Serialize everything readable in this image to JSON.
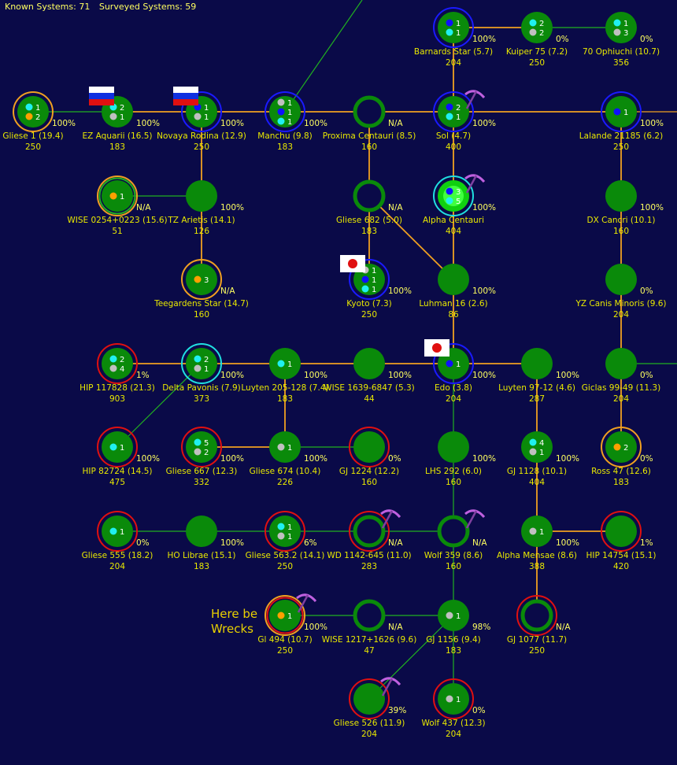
{
  "header": {
    "known": "Known Systems: 71",
    "surveyed": "Surveyed Systems: 59"
  },
  "note_lines": [
    "Here be",
    "Wrecks"
  ],
  "colors": {
    "background": "#0a0a48",
    "star_fill": "#0a8a0a",
    "lane_orange": "#f0a020",
    "lane_green": "#20b020",
    "label": "#e8e800",
    "planet_cyan": "#20f0f0",
    "planet_gray": "#c0c0c0",
    "planet_blue": "#1010ff",
    "planet_orange": "#ffa000"
  },
  "systems": [
    {
      "id": "barnards",
      "name": "Barnards Star  (5.7)",
      "value": "204",
      "pct": "100%",
      "ring": [
        "blue"
      ],
      "planets": [
        [
          "blue",
          "1"
        ],
        [
          "cyan",
          "1"
        ]
      ]
    },
    {
      "id": "kuiper75",
      "name": "Kuiper 75  (7.2)",
      "value": "250",
      "pct": "0%",
      "ring": [],
      "planets": [
        [
          "cyan",
          "2"
        ],
        [
          "gray",
          "2"
        ]
      ]
    },
    {
      "id": "ophiuchi70",
      "name": "70 Ophiuchi  (10.7)",
      "value": "356",
      "pct": "0%",
      "ring": [],
      "planets": [
        [
          "cyan",
          "1"
        ],
        [
          "gray",
          "3"
        ]
      ]
    },
    {
      "id": "gliese1",
      "name": "Gliese 1  (19.4)",
      "value": "250",
      "pct": "100%",
      "ring": [
        "orange"
      ],
      "planets": [
        [
          "cyan",
          "1"
        ],
        [
          "orange",
          "2"
        ]
      ]
    },
    {
      "id": "ezaquarii",
      "name": "EZ Aquarii  (16.5)",
      "value": "183",
      "pct": "100%",
      "ring": [],
      "planets": [
        [
          "cyan",
          "2"
        ],
        [
          "gray",
          "1"
        ]
      ],
      "flag": "russia"
    },
    {
      "id": "novayarodina",
      "name": "Novaya Rodina  (12.9)",
      "value": "250",
      "pct": "100%",
      "ring": [
        "blue"
      ],
      "planets": [
        [
          "blue",
          "1"
        ],
        [
          "gray",
          "1"
        ]
      ],
      "flag": "russia"
    },
    {
      "id": "manchu",
      "name": "Manchu  (9.8)",
      "value": "183",
      "pct": "100%",
      "ring": [
        "blue"
      ],
      "planets": [
        [
          "gray",
          "1"
        ],
        [
          "blue",
          "1"
        ],
        [
          "cyan",
          "1"
        ]
      ]
    },
    {
      "id": "proxima",
      "name": "Proxima Centauri  (8.5)",
      "value": "160",
      "pct": "N/A",
      "ring": [],
      "planets": [],
      "hollow": true
    },
    {
      "id": "sol",
      "name": "Sol  (4.7)",
      "value": "400",
      "pct": "100%",
      "ring": [
        "blue"
      ],
      "planets": [
        [
          "blue",
          "2"
        ],
        [
          "cyan",
          "1"
        ]
      ],
      "pick": true
    },
    {
      "id": "lalande",
      "name": "Lalande 21185  (6.2)",
      "value": "250",
      "pct": "100%",
      "ring": [
        "blue"
      ],
      "planets": [
        [
          "blue",
          "1"
        ]
      ]
    },
    {
      "id": "wise0254",
      "name": "WISE 0254+0223  (15.6)",
      "value": "51",
      "pct": "N/A",
      "ring": [
        "orange",
        "green"
      ],
      "planets": [
        [
          "orange",
          "1"
        ]
      ],
      "hollowish": true
    },
    {
      "id": "tzarietis",
      "name": "TZ Arietis  (14.1)",
      "value": "126",
      "pct": "100%",
      "ring": [],
      "planets": []
    },
    {
      "id": "gliese682",
      "name": "Gliese 682  (5.0)",
      "value": "183",
      "pct": "N/A",
      "ring": [],
      "planets": [],
      "hollow": true
    },
    {
      "id": "alphacen",
      "name": "Alpha Centauri",
      "value": "404",
      "pct": "100%",
      "ring": [
        "cyan"
      ],
      "planets": [
        [
          "blue",
          "3"
        ],
        [
          "cyan",
          "5"
        ]
      ],
      "pick": true,
      "bright": true
    },
    {
      "id": "dxcancri",
      "name": "DX Cancri  (10.1)",
      "value": "160",
      "pct": "100%",
      "ring": [],
      "planets": []
    },
    {
      "id": "teegarden",
      "name": "Teegardens Star  (14.7)",
      "value": "160",
      "pct": "N/A",
      "ring": [
        "orange"
      ],
      "planets": [
        [
          "orange",
          "3"
        ]
      ]
    },
    {
      "id": "kyoto",
      "name": "Kyoto  (7.3)",
      "value": "250",
      "pct": "100%",
      "ring": [
        "blue"
      ],
      "planets": [
        [
          "gray",
          "1"
        ],
        [
          "blue",
          "1"
        ],
        [
          "cyan",
          "1"
        ]
      ],
      "flag": "japan"
    },
    {
      "id": "luhman16",
      "name": "Luhman 16  (2.6)",
      "value": "86",
      "pct": "100%",
      "ring": [],
      "planets": []
    },
    {
      "id": "yzcanis",
      "name": "YZ Canis Minoris  (9.6)",
      "value": "204",
      "pct": "0%",
      "ring": [],
      "planets": []
    },
    {
      "id": "hip117828",
      "name": "HIP 117828  (21.3)",
      "value": "903",
      "pct": "1%",
      "ring": [
        "red"
      ],
      "planets": [
        [
          "cyan",
          "2"
        ],
        [
          "gray",
          "4"
        ]
      ]
    },
    {
      "id": "deltapavonis",
      "name": "Delta Pavonis  (7.9)",
      "value": "373",
      "pct": "100%",
      "ring": [
        "cyan"
      ],
      "planets": [
        [
          "cyan",
          "2"
        ],
        [
          "gray",
          "1"
        ]
      ]
    },
    {
      "id": "luyten205",
      "name": "Luyten 205-128  (7.4)",
      "value": "183",
      "pct": "100%",
      "ring": [],
      "planets": [
        [
          "cyan",
          "1"
        ]
      ]
    },
    {
      "id": "wise1639",
      "name": "WISE 1639-6847  (5.3)",
      "value": "44",
      "pct": "100%",
      "ring": [],
      "planets": []
    },
    {
      "id": "edo",
      "name": "Edo  (3.8)",
      "value": "204",
      "pct": "100%",
      "ring": [
        "blue"
      ],
      "planets": [
        [
          "blue",
          "1"
        ]
      ],
      "flag": "japan"
    },
    {
      "id": "luyten9712",
      "name": "Luyten 97-12  (4.6)",
      "value": "287",
      "pct": "100%",
      "ring": [],
      "planets": []
    },
    {
      "id": "giclas",
      "name": "Giclas 99-49  (11.3)",
      "value": "204",
      "pct": "0%",
      "ring": [],
      "planets": []
    },
    {
      "id": "hip82724",
      "name": "HIP 82724  (14.5)",
      "value": "475",
      "pct": "100%",
      "ring": [
        "red"
      ],
      "planets": [
        [
          "cyan",
          "1"
        ]
      ]
    },
    {
      "id": "gliese667",
      "name": "Gliese 667  (12.3)",
      "value": "332",
      "pct": "100%",
      "ring": [
        "red"
      ],
      "planets": [
        [
          "cyan",
          "5"
        ],
        [
          "gray",
          "2"
        ]
      ]
    },
    {
      "id": "gliese674",
      "name": "Gliese 674  (10.4)",
      "value": "226",
      "pct": "100%",
      "ring": [],
      "planets": [
        [
          "gray",
          "1"
        ]
      ]
    },
    {
      "id": "gj1224",
      "name": "GJ 1224  (12.2)",
      "value": "160",
      "pct": "0%",
      "ring": [
        "red"
      ],
      "planets": []
    },
    {
      "id": "lhs292",
      "name": "LHS 292  (6.0)",
      "value": "160",
      "pct": "100%",
      "ring": [],
      "planets": []
    },
    {
      "id": "gj1128",
      "name": "GJ 1128  (10.1)",
      "value": "404",
      "pct": "100%",
      "ring": [],
      "planets": [
        [
          "cyan",
          "4"
        ],
        [
          "gray",
          "1"
        ]
      ]
    },
    {
      "id": "ross47",
      "name": "Ross 47  (12.6)",
      "value": "183",
      "pct": "0%",
      "ring": [
        "orange"
      ],
      "planets": [
        [
          "orange",
          "2"
        ]
      ]
    },
    {
      "id": "gliese555",
      "name": "Gliese 555  (18.2)",
      "value": "204",
      "pct": "0%",
      "ring": [
        "red"
      ],
      "planets": [
        [
          "cyan",
          "1"
        ]
      ]
    },
    {
      "id": "holibrae",
      "name": "HO Librae  (15.1)",
      "value": "183",
      "pct": "100%",
      "ring": [],
      "planets": []
    },
    {
      "id": "gliese5632",
      "name": "Gliese 563.2  (14.1)",
      "value": "250",
      "pct": "6%",
      "ring": [
        "red"
      ],
      "planets": [
        [
          "cyan",
          "1"
        ],
        [
          "gray",
          "1"
        ]
      ]
    },
    {
      "id": "wd1142",
      "name": "WD 1142-645  (11.0)",
      "value": "283",
      "pct": "N/A",
      "ring": [
        "red"
      ],
      "planets": [],
      "hollow": true,
      "pick": true
    },
    {
      "id": "wolf359",
      "name": "Wolf 359  (8.6)",
      "value": "160",
      "pct": "N/A",
      "ring": [],
      "planets": [],
      "hollow": true,
      "pick": true
    },
    {
      "id": "alphamensae",
      "name": "Alpha Mensae  (8.6)",
      "value": "388",
      "pct": "100%",
      "ring": [],
      "planets": [
        [
          "gray",
          "1"
        ]
      ]
    },
    {
      "id": "hip14754",
      "name": "HIP 14754  (15.1)",
      "value": "420",
      "pct": "1%",
      "ring": [
        "red"
      ],
      "planets": []
    },
    {
      "id": "gl494",
      "name": "Gl 494  (10.7)",
      "value": "250",
      "pct": "100%",
      "ring": [
        "orange",
        "red"
      ],
      "planets": [
        [
          "orange",
          "1"
        ]
      ],
      "pick": true
    },
    {
      "id": "wise1217",
      "name": "WISE 1217+1626  (9.6)",
      "value": "47",
      "pct": "N/A",
      "ring": [],
      "planets": [],
      "hollow": true
    },
    {
      "id": "gj1156",
      "name": "GJ 1156  (9.4)",
      "value": "183",
      "pct": "98%",
      "ring": [],
      "planets": [
        [
          "gray",
          "1"
        ]
      ]
    },
    {
      "id": "gj1077",
      "name": "GJ 1077  (11.7)",
      "value": "250",
      "pct": "N/A",
      "ring": [
        "red"
      ],
      "planets": [],
      "hollow": true
    },
    {
      "id": "gliese526",
      "name": "Gliese 526  (11.9)",
      "value": "204",
      "pct": "39%",
      "ring": [
        "red"
      ],
      "planets": [],
      "pick": true
    },
    {
      "id": "wolf437",
      "name": "Wolf 437  (12.3)",
      "value": "204",
      "pct": "0%",
      "ring": [
        "red"
      ],
      "planets": [
        [
          "gray",
          "1"
        ]
      ]
    }
  ],
  "lanes": [
    [
      "barnards",
      "kuiper75",
      "orange"
    ],
    [
      "kuiper75",
      "ophiuchi70",
      "green"
    ],
    [
      "barnards",
      "sol",
      "orange"
    ],
    [
      "gliese1",
      "ezaquarii",
      "green"
    ],
    [
      "ezaquarii",
      "novayarodina",
      "orange"
    ],
    [
      "novayarodina",
      "manchu",
      "orange"
    ],
    [
      "manchu",
      "proxima",
      "orange"
    ],
    [
      "proxima",
      "sol",
      "orange"
    ],
    [
      "sol",
      "lalande",
      "orange"
    ],
    [
      "novayarodina",
      "tzarietis",
      "orange"
    ],
    [
      "wise0254",
      "tzarietis",
      "green"
    ],
    [
      "tzarietis",
      "teegarden",
      "orange"
    ],
    [
      "proxima",
      "gliese682",
      "orange"
    ],
    [
      "gliese682",
      "kyoto",
      "orange"
    ],
    [
      "gliese682",
      "luhman16",
      "orange"
    ],
    [
      "sol",
      "alphacen",
      "orange"
    ],
    [
      "alphacen",
      "luhman16",
      "orange"
    ],
    [
      "luhman16",
      "edo",
      "orange"
    ],
    [
      "lalande",
      "dxcancri",
      "orange"
    ],
    [
      "dxcancri",
      "yzcanis",
      "orange"
    ],
    [
      "yzcanis",
      "giclas",
      "orange"
    ],
    [
      "hip117828",
      "deltapavonis",
      "orange"
    ],
    [
      "deltapavonis",
      "luyten205",
      "orange"
    ],
    [
      "luyten205",
      "wise1639",
      "orange"
    ],
    [
      "wise1639",
      "edo",
      "orange"
    ],
    [
      "edo",
      "luyten9712",
      "orange"
    ],
    [
      "deltapavonis",
      "hip82724",
      "green"
    ],
    [
      "luyten205",
      "gliese674",
      "orange"
    ],
    [
      "gliese667",
      "gliese674",
      "orange"
    ],
    [
      "gliese674",
      "gj1224",
      "green"
    ],
    [
      "edo",
      "lhs292",
      "green"
    ],
    [
      "lhs292",
      "wolf359",
      "green"
    ],
    [
      "luyten9712",
      "gj1128",
      "orange"
    ],
    [
      "giclas",
      "ross47",
      "orange"
    ],
    [
      "gj1128",
      "alphamensae",
      "orange"
    ],
    [
      "gliese555",
      "holibrae",
      "green"
    ],
    [
      "holibrae",
      "gliese5632",
      "green"
    ],
    [
      "gliese5632",
      "wd1142",
      "green"
    ],
    [
      "wd1142",
      "wolf359",
      "green"
    ],
    [
      "alphamensae",
      "hip14754",
      "orange"
    ],
    [
      "alphamensae",
      "gj1077",
      "orange"
    ],
    [
      "wolf359",
      "gj1156",
      "green"
    ],
    [
      "gl494",
      "wise1217",
      "green"
    ],
    [
      "wise1217",
      "gj1156",
      "green"
    ],
    [
      "gj1156",
      "gliese526",
      "green"
    ],
    [
      "gj1156",
      "wolf437",
      "green"
    ]
  ]
}
